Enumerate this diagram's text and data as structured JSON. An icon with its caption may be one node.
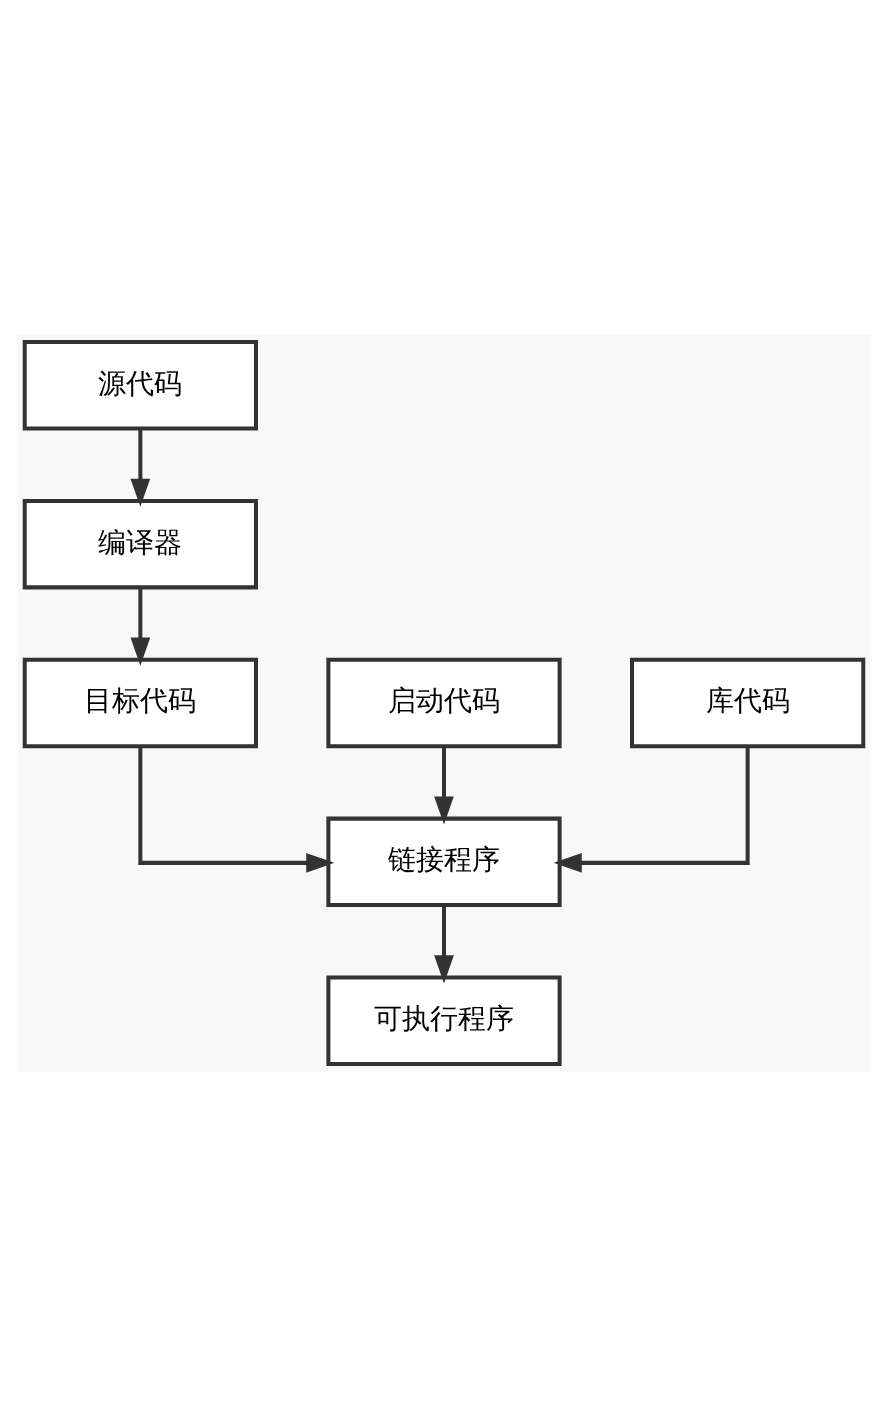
{
  "diagram": {
    "nodes": [
      {
        "text": [
          "源代码"
        ]
      },
      {
        "text": [
          "编译器"
        ]
      },
      {
        "text": [
          "目标代码"
        ]
      },
      {
        "text": [
          "启动代码"
        ]
      },
      {
        "text": [
          "链接程序"
        ]
      },
      {
        "text": [
          "库代码"
        ]
      },
      {
        "text": [
          "可执行程序"
        ]
      }
    ],
    "edges": [
      {
        "from": 0,
        "to": 1,
        "arrow": "to"
      },
      {
        "from": 1,
        "to": 2,
        "arrow": "to"
      },
      {
        "from": 2,
        "to": 4,
        "arrow": "to"
      },
      {
        "from": 3,
        "to": 4,
        "arrow": "to"
      },
      {
        "from": 5,
        "to": 4,
        "arrow": "to"
      },
      {
        "from": 4,
        "to": 6,
        "arrow": "to"
      }
    ]
  }
}
